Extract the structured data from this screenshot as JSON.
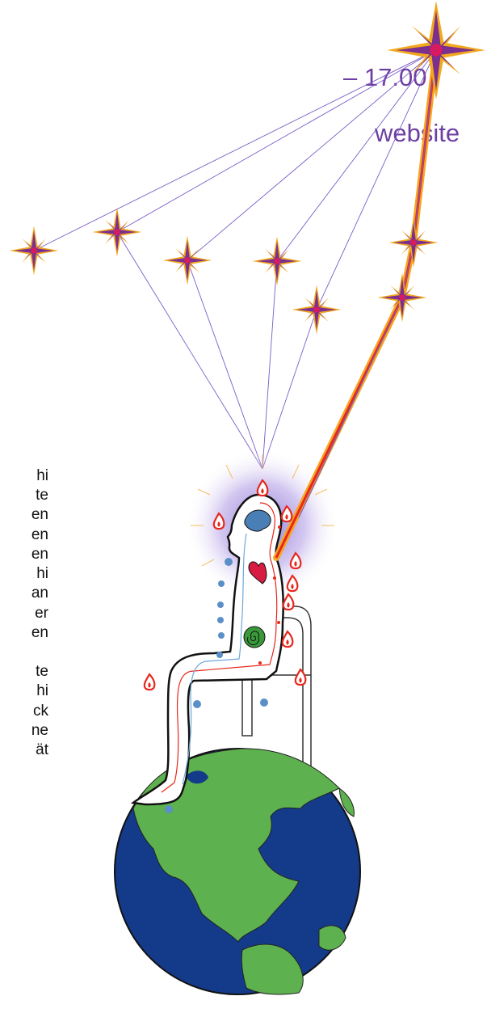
{
  "header": {
    "time_fragment": "– 17.00",
    "website_fragment": "website"
  },
  "body_text": {
    "block1": [
      "hi",
      "te",
      "en",
      "en",
      "en",
      "hi",
      "an",
      "er",
      "en"
    ],
    "block2": [
      "te",
      "hi",
      "ck",
      "ne",
      "ät"
    ]
  },
  "colors": {
    "title": "#6e3fa3",
    "star_outer": "#f2a81d",
    "star_inner": "#7b2f8f",
    "ocean": "#143a8a",
    "land": "#5db14e",
    "halo": "#8a6fd1",
    "beam_red": "#e8271c",
    "beam_orange": "#f5a623"
  },
  "icons": [
    "star-icon",
    "flame-icon",
    "brain-icon",
    "heart-icon",
    "spiral-icon",
    "earth-icon"
  ]
}
